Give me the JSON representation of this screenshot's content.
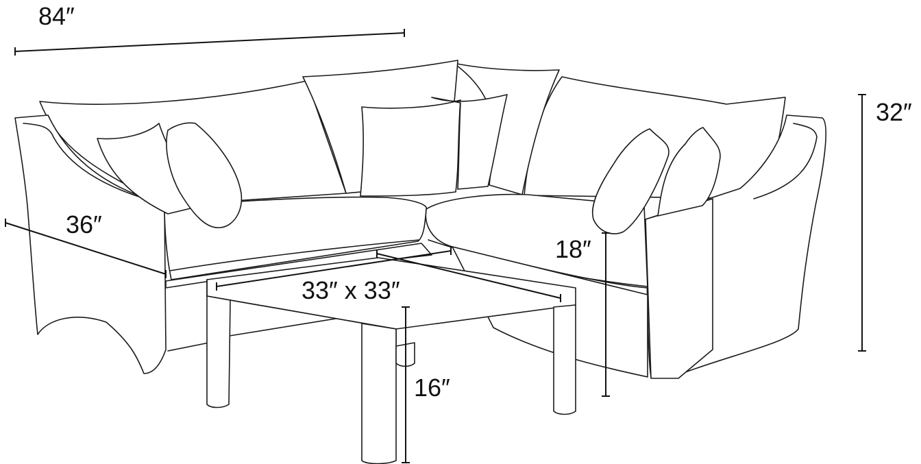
{
  "dimensions": {
    "overall_width": "84″",
    "overall_height": "32″",
    "depth": "36″",
    "seat_height": "18″",
    "table_size": "33″ x 33″",
    "table_height": "16″"
  },
  "colors": {
    "line": "#1a1a1a",
    "background": "#ffffff"
  }
}
